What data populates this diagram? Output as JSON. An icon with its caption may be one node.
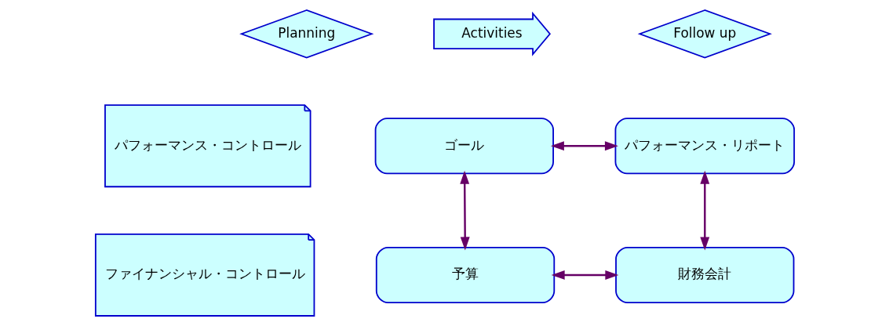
{
  "diagram": {
    "nodes": [
      {
        "text": [
          "Planning"
        ]
      },
      {
        "text": [
          "Activities"
        ]
      },
      {
        "text": [
          "Follow up"
        ]
      },
      {
        "text": [
          "パフォーマンス・コントロール"
        ]
      },
      {
        "text": [
          "ゴール"
        ]
      },
      {
        "text": [
          "パフォーマンス・リポート"
        ]
      },
      {
        "text": [
          "ファイナンシャル・コントロール"
        ]
      },
      {
        "text": [
          "予算"
        ]
      },
      {
        "text": [
          "財務会計"
        ]
      }
    ],
    "edges": [
      {
        "from": 4,
        "to": 5,
        "arrow": "both"
      },
      {
        "from": 4,
        "to": 7,
        "arrow": "both"
      },
      {
        "from": 5,
        "to": 8,
        "arrow": "both"
      },
      {
        "from": 7,
        "to": 8,
        "arrow": "both"
      }
    ]
  }
}
